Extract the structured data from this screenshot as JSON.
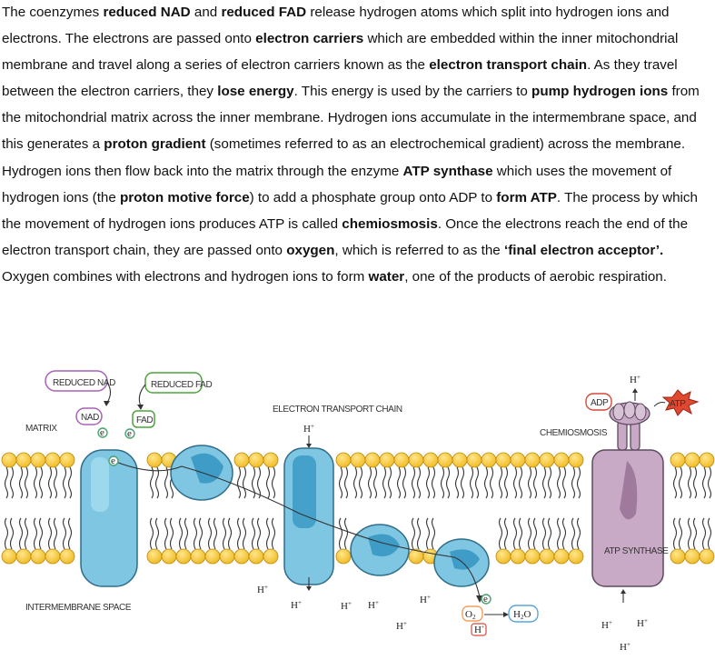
{
  "paragraph": {
    "segments": [
      {
        "t": "The coenzymes ",
        "b": false
      },
      {
        "t": "reduced NAD",
        "b": true
      },
      {
        "t": " and ",
        "b": false
      },
      {
        "t": "reduced FAD",
        "b": true
      },
      {
        "t": " release hydrogen atoms which split into hydrogen ions and electrons. The electrons are passed onto ",
        "b": false
      },
      {
        "t": "electron carriers",
        "b": true
      },
      {
        "t": " which are embedded within the inner mitochondrial membrane and travel along a series of electron carriers known as the ",
        "b": false
      },
      {
        "t": "electron transport chain",
        "b": true
      },
      {
        "t": ". As they travel between the electron carriers, they ",
        "b": false
      },
      {
        "t": "lose energy",
        "b": true
      },
      {
        "t": ". This energy is used by the carriers to ",
        "b": false
      },
      {
        "t": "pump hydrogen ions",
        "b": true
      },
      {
        "t": " from the mitochondrial matrix across the inner membrane. Hydrogen ions accumulate in the intermembrane space, and this generates a ",
        "b": false
      },
      {
        "t": "proton gradient",
        "b": true
      },
      {
        "t": " (sometimes referred to as an electrochemical gradient) across the membrane. Hydrogen ions then flow back into the matrix through the enzyme ",
        "b": false
      },
      {
        "t": "ATP synthase",
        "b": true
      },
      {
        "t": " which uses the movement of hydrogen ions (the ",
        "b": false
      },
      {
        "t": "proton motive force",
        "b": true
      },
      {
        "t": ") to add a phosphate group onto ADP to ",
        "b": false
      },
      {
        "t": "form ATP",
        "b": true
      },
      {
        "t": ". The process by which the movement of hydrogen ions produces ATP is called ",
        "b": false
      },
      {
        "t": "chemiosmosis",
        "b": true
      },
      {
        "t": ". Once the electrons reach the end of the electron transport chain, they are passed onto ",
        "b": false
      },
      {
        "t": "oxygen",
        "b": true
      },
      {
        "t": ", which is referred to as the ",
        "b": false
      },
      {
        "t": "‘final electron acceptor’.",
        "b": true
      },
      {
        "t": " Oxygen combines with electrons and hydrogen ions to form ",
        "b": false
      },
      {
        "t": "water",
        "b": true
      },
      {
        "t": ", one of the products of aerobic respiration.",
        "b": false
      }
    ]
  },
  "diagram": {
    "labels": {
      "reduced_nad": "REDUCED NAD",
      "reduced_fad": "REDUCED FAD",
      "nad": "NAD",
      "fad": "FAD",
      "matrix": "MATRIX",
      "electron_transport_chain": "ELECTRON TRANSPORT CHAIN",
      "chemiosmosis": "CHEMIOSMOSIS",
      "adp": "ADP",
      "atp": "ATP",
      "atp_synthase": "ATP SYNTHASE",
      "intermembrane_space": "INTERMEMBRANE SPACE",
      "oxygen": "O",
      "oxygen_sub": "2",
      "water": "H",
      "water_sub": "2",
      "water_o": "O",
      "electron": "e",
      "proton": "H",
      "plus": "+",
      "minus": "-"
    },
    "colors": {
      "membrane_head": "#f2c230",
      "carrier": "#7ec6e2",
      "carrier_dark": "#3f9cc7",
      "synthase": "#c8aac6",
      "nad_outline": "#a861b8",
      "fad_outline": "#4fa33e",
      "atp_star": "#e0482f",
      "adp_outline": "#d6493a",
      "electron": "#4aa36e",
      "oxygen": "#f3a15c",
      "water": "#5ba6d8"
    }
  }
}
